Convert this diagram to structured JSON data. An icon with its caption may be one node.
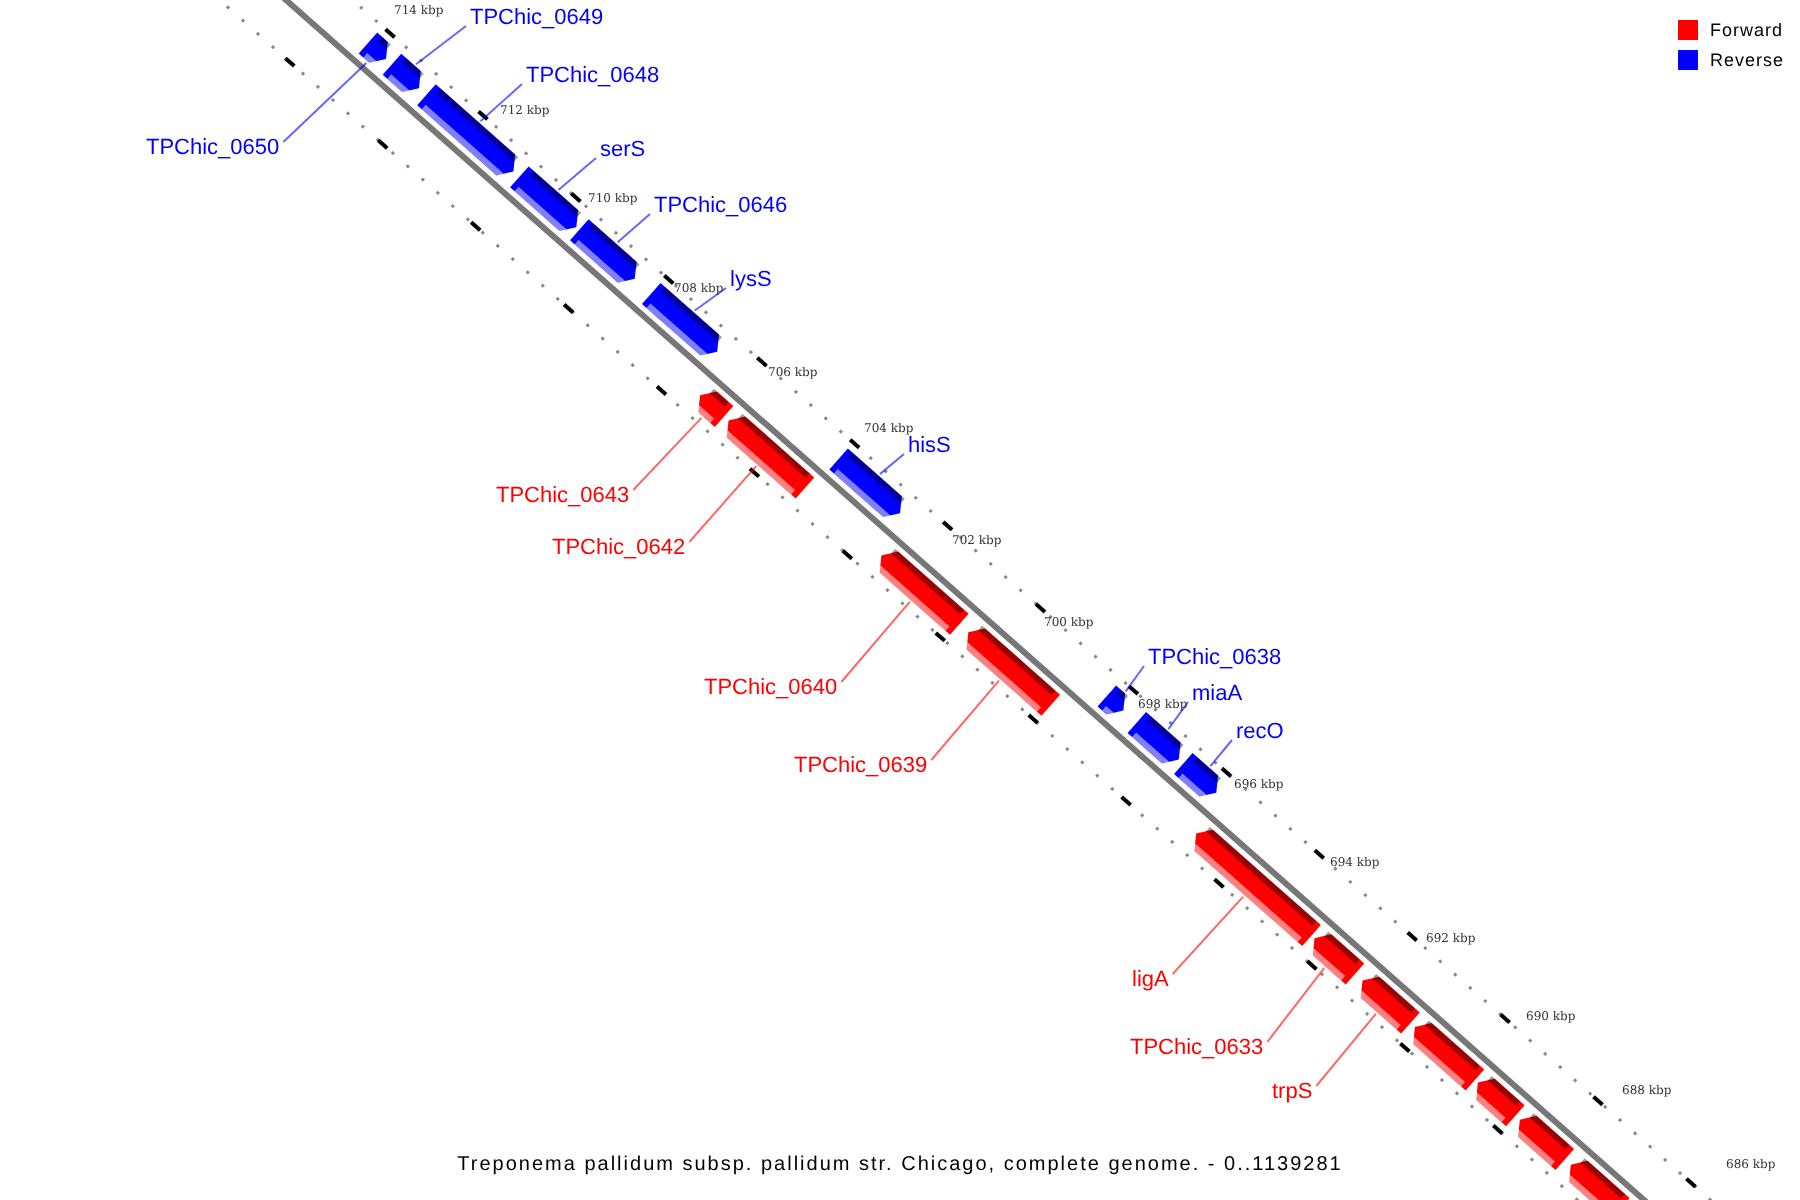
{
  "diagram": {
    "caption": "Treponema pallidum subsp. pallidum str. Chicago, complete genome. - 0..1139281",
    "nodes": [
      {
        "text": [
          "TPChic_0649"
        ]
      },
      {
        "text": [
          "TPChic_0648"
        ]
      },
      {
        "text": [
          "TPChic_0650"
        ]
      },
      {
        "text": [
          "serS"
        ]
      },
      {
        "text": [
          "TPChic_0646"
        ]
      },
      {
        "text": [
          "lysS"
        ]
      },
      {
        "text": [
          "hisS"
        ]
      },
      {
        "text": [
          "TPChic_0643"
        ]
      },
      {
        "text": [
          "TPChic_0642"
        ]
      },
      {
        "text": [
          "TPChic_0638"
        ]
      },
      {
        "text": [
          "TPChic_0640"
        ]
      },
      {
        "text": [
          "miaA"
        ]
      },
      {
        "text": [
          "recO"
        ]
      },
      {
        "text": [
          "TPChic_0639"
        ]
      },
      {
        "text": [
          "ligA"
        ]
      },
      {
        "text": [
          "TPChic_0633"
        ]
      },
      {
        "text": [
          "trpS"
        ]
      },
      {
        "text": [],
        "shape": "bar"
      },
      {
        "text": [],
        "shape": "bar"
      },
      {
        "text": [],
        "shape": "bar"
      },
      {
        "text": [],
        "shape": "bar"
      },
      {
        "text": [],
        "shape": "bar"
      },
      {
        "text": [],
        "shape": "bar"
      },
      {
        "text": [],
        "shape": "bar"
      },
      {
        "text": [],
        "shape": "bar"
      },
      {
        "text": [],
        "shape": "bar"
      },
      {
        "text": [],
        "shape": "bar"
      },
      {
        "text": [],
        "shape": "bar"
      },
      {
        "text": [],
        "shape": "bar"
      },
      {
        "text": [],
        "shape": "bar"
      },
      {
        "text": [],
        "shape": "bar"
      },
      {
        "text": [],
        "shape": "bar"
      },
      {
        "text": [],
        "shape": "bar"
      },
      {
        "text": [],
        "shape": "bar"
      },
      {
        "text": [],
        "shape": "bar"
      },
      {
        "text": [],
        "shape": "bar"
      },
      {
        "text": [],
        "shape": "bar"
      },
      {
        "text": [],
        "shape": "bar"
      }
    ],
    "edges": [
      {
        "from": 0,
        "to": 18,
        "arrow": "none"
      },
      {
        "from": 1,
        "to": 19,
        "arrow": "none"
      },
      {
        "from": 2,
        "to": 17,
        "arrow": "none"
      },
      {
        "from": 3,
        "to": 20,
        "arrow": "none"
      },
      {
        "from": 4,
        "to": 21,
        "arrow": "none"
      },
      {
        "from": 5,
        "to": 22,
        "arrow": "none"
      },
      {
        "from": 6,
        "to": 25,
        "arrow": "none"
      },
      {
        "from": 7,
        "to": 23,
        "arrow": "none",
        "color": "#ff0000"
      },
      {
        "from": 8,
        "to": 24,
        "arrow": "none",
        "color": "#ff0000"
      },
      {
        "from": 9,
        "to": 28,
        "arrow": "none"
      },
      {
        "from": 10,
        "to": 26,
        "arrow": "none",
        "color": "#ff0000"
      },
      {
        "from": 11,
        "to": 29,
        "arrow": "none"
      },
      {
        "from": 12,
        "to": 30,
        "arrow": "none"
      },
      {
        "from": 13,
        "to": 27,
        "arrow": "none",
        "color": "#ff0000"
      },
      {
        "from": 14,
        "to": 31,
        "arrow": "none",
        "color": "#ff0000"
      },
      {
        "from": 15,
        "to": 32,
        "arrow": "none",
        "color": "#ff0000"
      },
      {
        "from": 16,
        "to": 33,
        "arrow": "none",
        "color": "#ff0000"
      }
    ],
    "labels": [
      "714 kbp",
      "712 kbp",
      "710 kbp",
      "708 kbp",
      "706 kbp",
      "704 kbp",
      "702 kbp",
      "700 kbp",
      "698 kbp",
      "696 kbp",
      "694 kbp",
      "692 kbp",
      "690 kbp",
      "688 kbp",
      "686 kbp"
    ],
    "legend": [
      {
        "text": "Forward",
        "color": "#ff0000"
      },
      {
        "text": "Reverse",
        "color": "#0000ff"
      }
    ]
  }
}
